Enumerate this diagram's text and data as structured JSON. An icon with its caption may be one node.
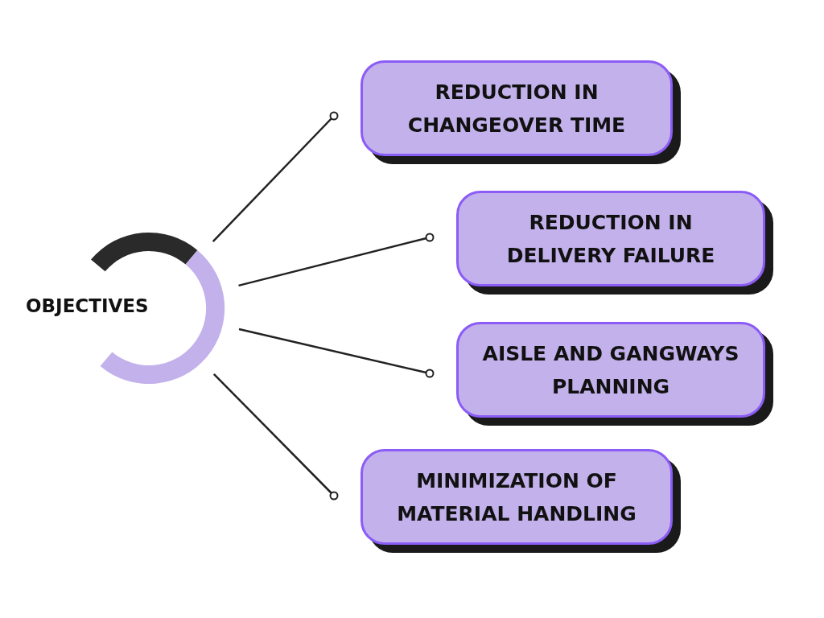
{
  "diagram": {
    "nodes": [
      {
        "text": [
          "OBJECTIVES"
        ]
      },
      {
        "text": [
          "REDUCTION IN CHANGEOVER TIME"
        ]
      },
      {
        "text": [
          "REDUCTION IN DELIVERY FAILURE"
        ]
      },
      {
        "text": [
          "AISLE AND GANGWAYS PLANNING"
        ]
      },
      {
        "text": [
          "MINIMIZATION OF MATERIAL HANDLING"
        ]
      }
    ],
    "edges": [
      {
        "from": 0,
        "to": 1,
        "arrow": "other"
      },
      {
        "from": 0,
        "to": 2,
        "arrow": "other"
      },
      {
        "from": 0,
        "to": 3,
        "arrow": "other"
      },
      {
        "from": 0,
        "to": 4,
        "arrow": "other"
      }
    ]
  }
}
